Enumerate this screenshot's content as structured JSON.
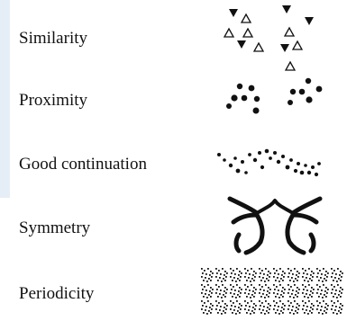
{
  "principles": [
    {
      "id": "similarity",
      "label": "Similarity"
    },
    {
      "id": "proximity",
      "label": "Proximity"
    },
    {
      "id": "good-continuation",
      "label": "Good continuation"
    },
    {
      "id": "symmetry",
      "label": "Symmetry"
    },
    {
      "id": "periodicity",
      "label": "Periodicity"
    }
  ],
  "colors": {
    "ink": "#111111",
    "accent_strip": "#e5eef7"
  }
}
